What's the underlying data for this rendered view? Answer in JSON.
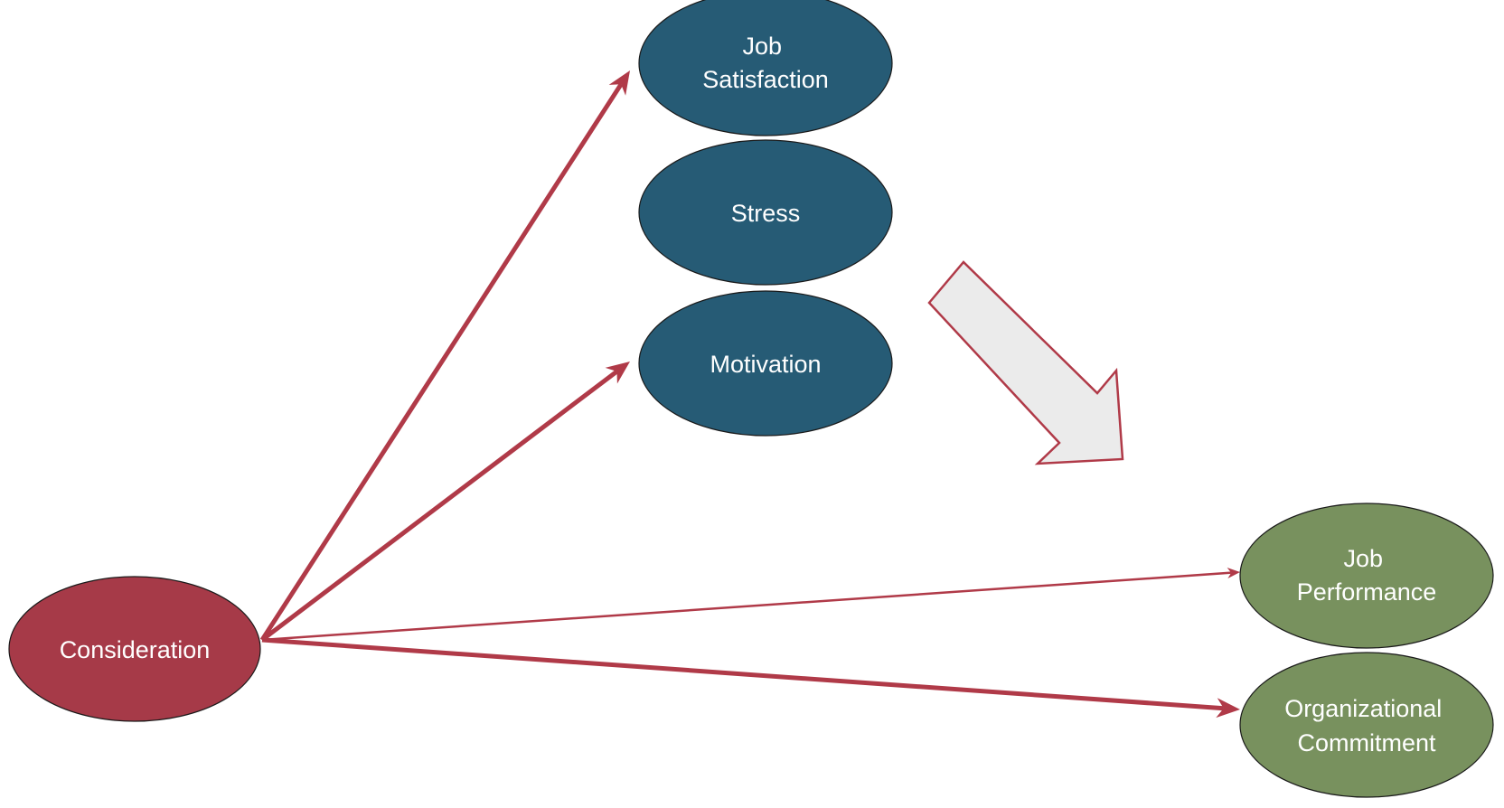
{
  "colors": {
    "consideration_fill": "#A63A48",
    "mediator_fill": "#265B75",
    "outcome_fill": "#78915E",
    "edge": "#B03A48",
    "big_arrow_fill": "#EBEBEB",
    "big_arrow_stroke": "#B03A48"
  },
  "nodes": {
    "consideration": {
      "lines": [
        "Consideration"
      ]
    },
    "job_satisfaction": {
      "lines": [
        "Job",
        "Satisfaction"
      ]
    },
    "stress": {
      "lines": [
        "Stress"
      ]
    },
    "motivation": {
      "lines": [
        "Motivation"
      ]
    },
    "job_performance": {
      "lines": [
        "Job",
        "Performance"
      ]
    },
    "organizational_commitment": {
      "lines": [
        "Organizational",
        "Commitment"
      ]
    }
  },
  "edges": [
    {
      "from": "consideration",
      "to": "job_satisfaction",
      "weight": "thick"
    },
    {
      "from": "consideration",
      "to": "motivation",
      "weight": "thick"
    },
    {
      "from": "consideration",
      "to": "job_performance",
      "weight": "thin"
    },
    {
      "from": "consideration",
      "to": "organizational_commitment",
      "weight": "thick"
    }
  ],
  "big_arrow": {
    "direction": "down-right",
    "icon": "big-arrow-icon"
  }
}
